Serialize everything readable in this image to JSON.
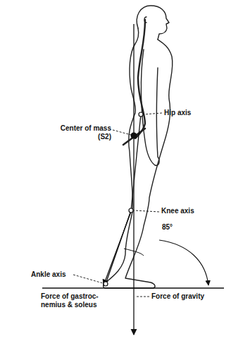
{
  "diagram": {
    "labels": [
      "Center of mass (S2)",
      "Hip axis",
      "Knee axis",
      "85°",
      "Ankle axis",
      "Force of gastroc- nemius & soleus",
      "Force of gravity"
    ]
  }
}
